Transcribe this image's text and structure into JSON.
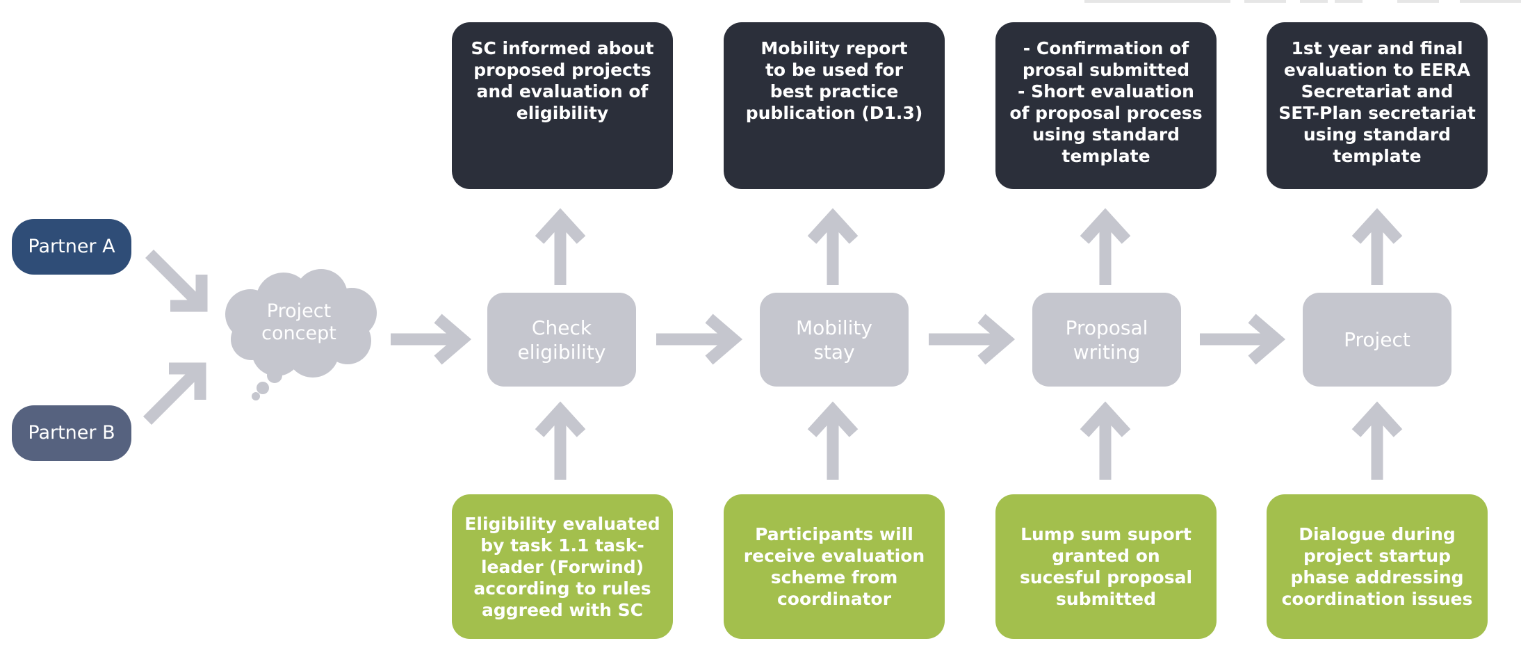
{
  "partners": {
    "a": "Partner A",
    "b": "Partner B"
  },
  "concept": "Project\nconcept",
  "steps": {
    "check": "Check\neligibility",
    "mobility": "Mobility\nstay",
    "proposal": "Proposal\nwriting",
    "project": "Project"
  },
  "outputs": {
    "check": "SC informed about\nproposed projects\nand evaluation of\neligibility",
    "mobility": "Mobility report\nto be used for\nbest practice\npublication (D1.3)",
    "proposal": "- Confirmation of\nprosal submitted\n- Short evaluation\nof proposal process\nusing standard\ntemplate",
    "project": "1st year and final\nevaluation to EERA\nSecretariat and\nSET-Plan secretariat\nusing standard\ntemplate"
  },
  "inputs": {
    "check": "Eligibility evaluated\nby task 1.1 task-\nleader (Forwind)\naccording to rules\naggreed with SC",
    "mobility": "Participants will\nreceive evaluation\nscheme from\ncoordinator",
    "proposal": "Lump sum suport\ngranted on\nsucesful proposal\nsubmitted",
    "project": "Dialogue during\nproject startup\nphase addressing\ncoordination issues"
  },
  "colors": {
    "dark_box": "#2b2f3a",
    "green_box": "#a3bf4d",
    "grey_box": "#c5c6ce",
    "partner_a": "#2f4d77",
    "partner_b": "#56627f",
    "arrow": "#c5c6ce"
  }
}
